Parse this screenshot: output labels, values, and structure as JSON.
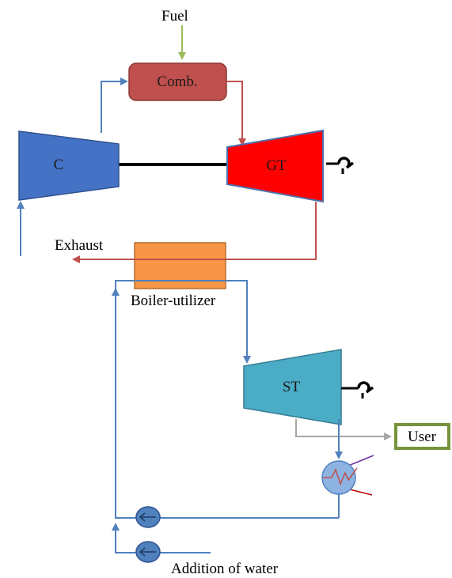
{
  "labels": {
    "fuel": "Fuel",
    "combustor": "Comb.",
    "compressor": "C",
    "gas_turbine": "GT",
    "exhaust": "Exhaust",
    "boiler": "Boiler-utilizer",
    "steam_turbine": "ST",
    "user": "User",
    "water": "Addition of water"
  },
  "colors": {
    "compressor": "#4472c4",
    "combustor": "#c0504d",
    "gas_turbine": "#ff0000",
    "boiler": "#f79646",
    "steam_turbine": "#4bacc6",
    "user_border": "#77933c",
    "fuel_line": "#9bbb59",
    "hot_gas_line": "#c0504d",
    "water_line": "#4f81bd",
    "exhaust_line": "#c0504d",
    "condenser": "#8db3e2",
    "pump": "#4f81bd"
  }
}
